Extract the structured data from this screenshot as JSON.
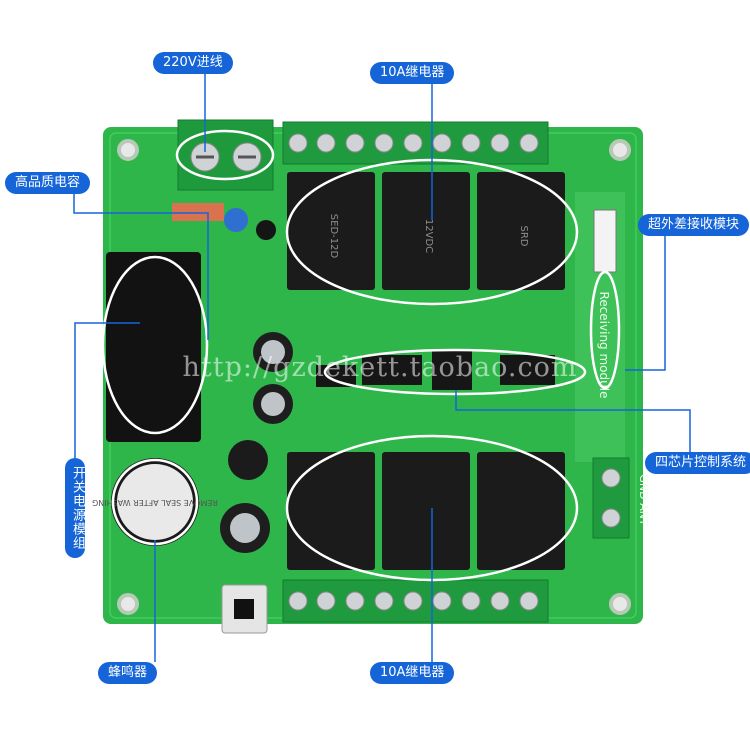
{
  "labels": {
    "power_input": "220V进线",
    "relay_top": "10A继电器",
    "capacitor": "高品质电容",
    "superhet_module": "超外差接收模块",
    "switching_supply": "开关电源模组",
    "control_system": "四芯片控制系统",
    "buzzer": "蜂鸣器",
    "relay_bottom": "10A继电器"
  },
  "board_text": {
    "watermark": "http://gzdekett.taobao.com",
    "module_silk": "Receiving module",
    "antenna_silk": "GND  ANT",
    "relay_brand": "SRD",
    "relay_model": "SED-12D",
    "relay_voltage": "12VDC",
    "buzzer_sticker": "REMOVE SEAL AFTER WASHING"
  },
  "colors": {
    "pcb": "#2db34a",
    "terminal": "#1f9a3e",
    "relay": "#1b1b1b",
    "label": "#1565d8"
  }
}
